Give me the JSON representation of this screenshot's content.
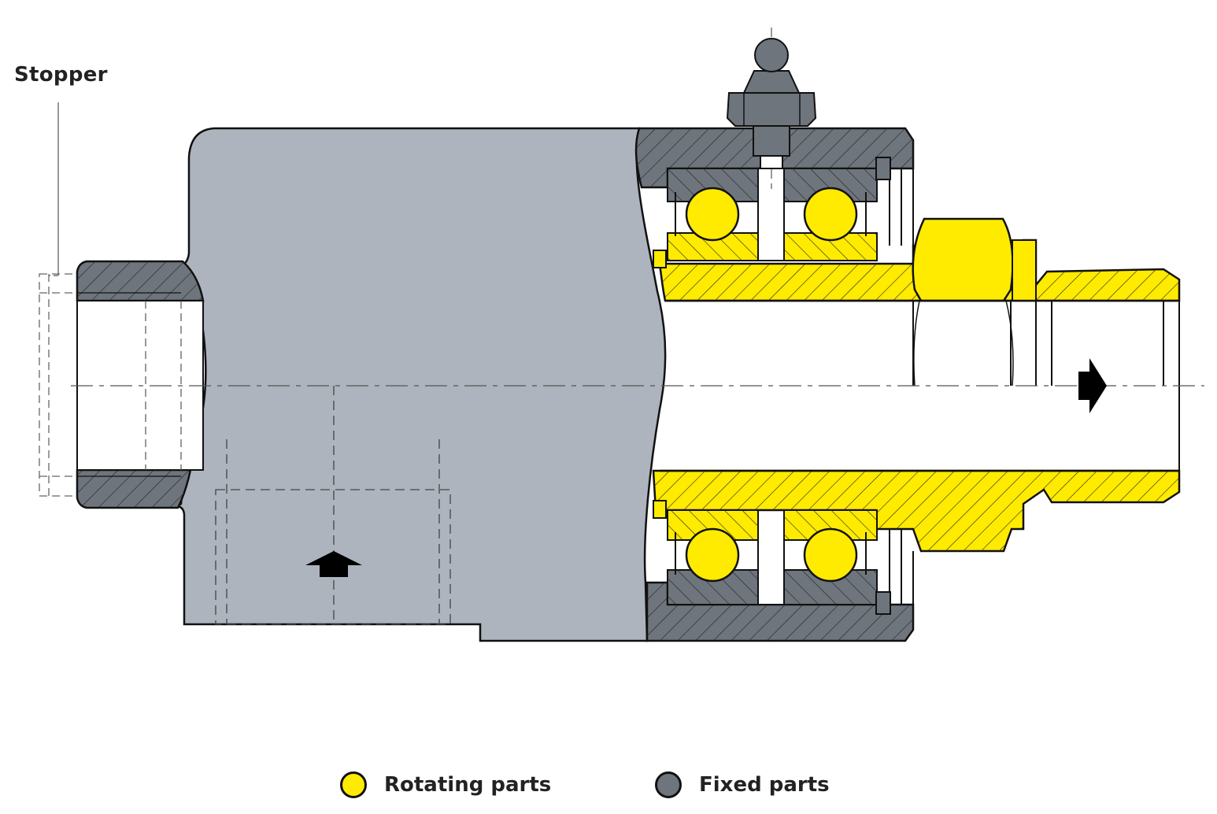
{
  "labels": {
    "stopper": "Stopper"
  },
  "legend": {
    "rotating": {
      "label": "Rotating parts",
      "color": "#FFEB00"
    },
    "fixed": {
      "label": "Fixed parts",
      "color": "#6E757C"
    }
  },
  "colors": {
    "body": "#AEB4BD",
    "fixed": "#6E757C",
    "rotating": "#FFEB00",
    "outline": "#111111"
  }
}
